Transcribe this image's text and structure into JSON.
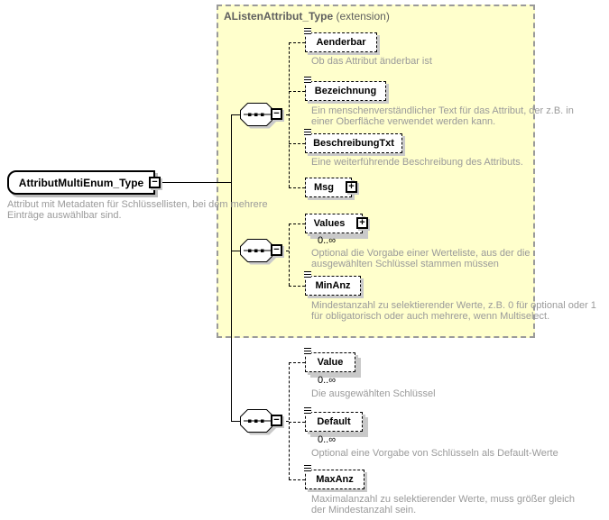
{
  "root_element": {
    "name": "AttributMultiEnum_Type",
    "annotation": "Attribut mit Metadaten für Schlüssellisten, bei dem mehrere Einträge auswählbar sind."
  },
  "extension_box": {
    "type_name": "AListenAttribut_Type",
    "suffix": " (extension)"
  },
  "glyphs": {
    "collapse": "−",
    "expand": "+"
  },
  "elements": {
    "aenderbar": {
      "name": "Aenderbar",
      "annotation": "Ob das Attribut änderbar ist"
    },
    "bezeichnung": {
      "name": "Bezeichnung",
      "annotation": "Ein menschenverständlicher Text für das Attribut, der z.B. in einer Oberfläche verwendet werden kann."
    },
    "beschreibungtxt": {
      "name": "BeschreibungTxt",
      "annotation": "Eine weiterführende Beschreibung des Attributs."
    },
    "msg": {
      "name": "Msg"
    },
    "values": {
      "name": "Values",
      "occurrence": "0..∞",
      "annotation": "Optional die Vorgabe einer Werteliste, aus der die ausgewählten Schlüssel stammen müssen"
    },
    "minanz": {
      "name": "MinAnz",
      "annotation": "Mindestanzahl zu selektierender Werte, z.B. 0 für optional oder 1 für obligatorisch oder auch mehrere, wenn Multiselect."
    },
    "value": {
      "name": "Value",
      "occurrence": "0..∞",
      "annotation": "Die ausgewählten Schlüssel"
    },
    "default": {
      "name": "Default",
      "occurrence": "0..∞",
      "annotation": "Optional eine Vorgabe von Schlüsseln als Default-Werte"
    },
    "maxanz": {
      "name": "MaxAnz",
      "annotation": "Maximalanzahl zu selektierender Werte, muss größer gleich der Mindestanzahl sein."
    }
  },
  "colors": {
    "extension_background": "#ffffcc",
    "extension_border": "#9a9a9a",
    "annotation_text": "#9a9a9a",
    "element_text": "#000000",
    "shadow": "#c9c9c9"
  }
}
